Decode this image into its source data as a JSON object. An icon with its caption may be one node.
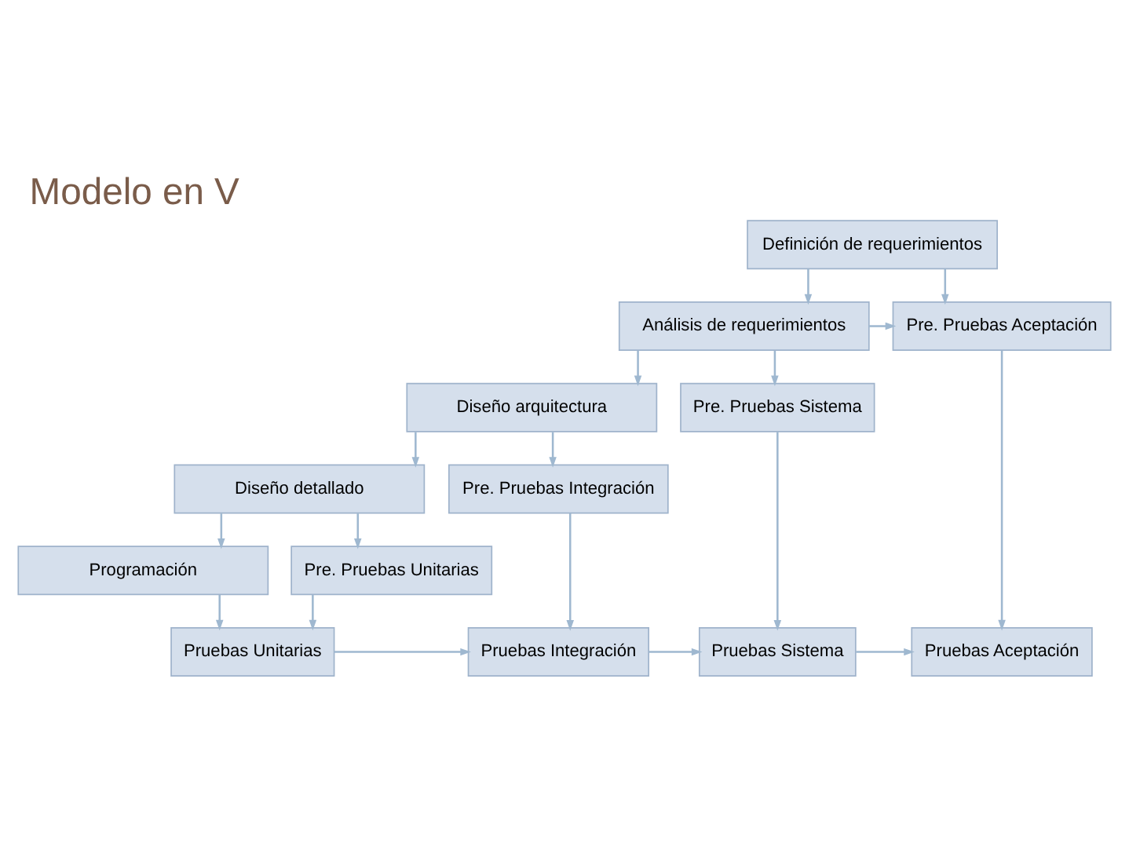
{
  "diagram": {
    "title": "Modelo en V",
    "nodes": [
      {
        "text": [
          "Definición de requerimientos"
        ]
      },
      {
        "text": [
          "Análisis de requerimientos"
        ]
      },
      {
        "text": [
          "Diseño arquitectura"
        ]
      },
      {
        "text": [
          "Diseño detallado"
        ]
      },
      {
        "text": [
          "Programación"
        ]
      },
      {
        "text": [
          "Pre. Pruebas Aceptación"
        ]
      },
      {
        "text": [
          "Pre. Pruebas Sistema"
        ]
      },
      {
        "text": [
          "Pre. Pruebas Integración"
        ]
      },
      {
        "text": [
          "Pre. Pruebas Unitarias"
        ]
      },
      {
        "text": [
          "Pruebas Unitarias"
        ]
      },
      {
        "text": [
          "Pruebas Integración"
        ]
      },
      {
        "text": [
          "Pruebas Sistema"
        ]
      },
      {
        "text": [
          "Pruebas Aceptación"
        ]
      }
    ],
    "edges": [
      {
        "from": 0,
        "to": 1,
        "arrow": "to"
      },
      {
        "from": 1,
        "to": 2,
        "arrow": "to"
      },
      {
        "from": 2,
        "to": 3,
        "arrow": "to"
      },
      {
        "from": 3,
        "to": 4,
        "arrow": "to"
      },
      {
        "from": 0,
        "to": 5,
        "arrow": "to"
      },
      {
        "from": 1,
        "to": 5,
        "arrow": "to"
      },
      {
        "from": 1,
        "to": 6,
        "arrow": "to"
      },
      {
        "from": 2,
        "to": 7,
        "arrow": "to"
      },
      {
        "from": 3,
        "to": 8,
        "arrow": "to"
      },
      {
        "from": 4,
        "to": 9,
        "arrow": "to"
      },
      {
        "from": 8,
        "to": 9,
        "arrow": "to"
      },
      {
        "from": 7,
        "to": 10,
        "arrow": "to"
      },
      {
        "from": 6,
        "to": 11,
        "arrow": "to"
      },
      {
        "from": 5,
        "to": 12,
        "arrow": "to"
      },
      {
        "from": 9,
        "to": 10,
        "arrow": "to"
      },
      {
        "from": 10,
        "to": 11,
        "arrow": "to"
      },
      {
        "from": 11,
        "to": 12,
        "arrow": "to"
      }
    ]
  }
}
